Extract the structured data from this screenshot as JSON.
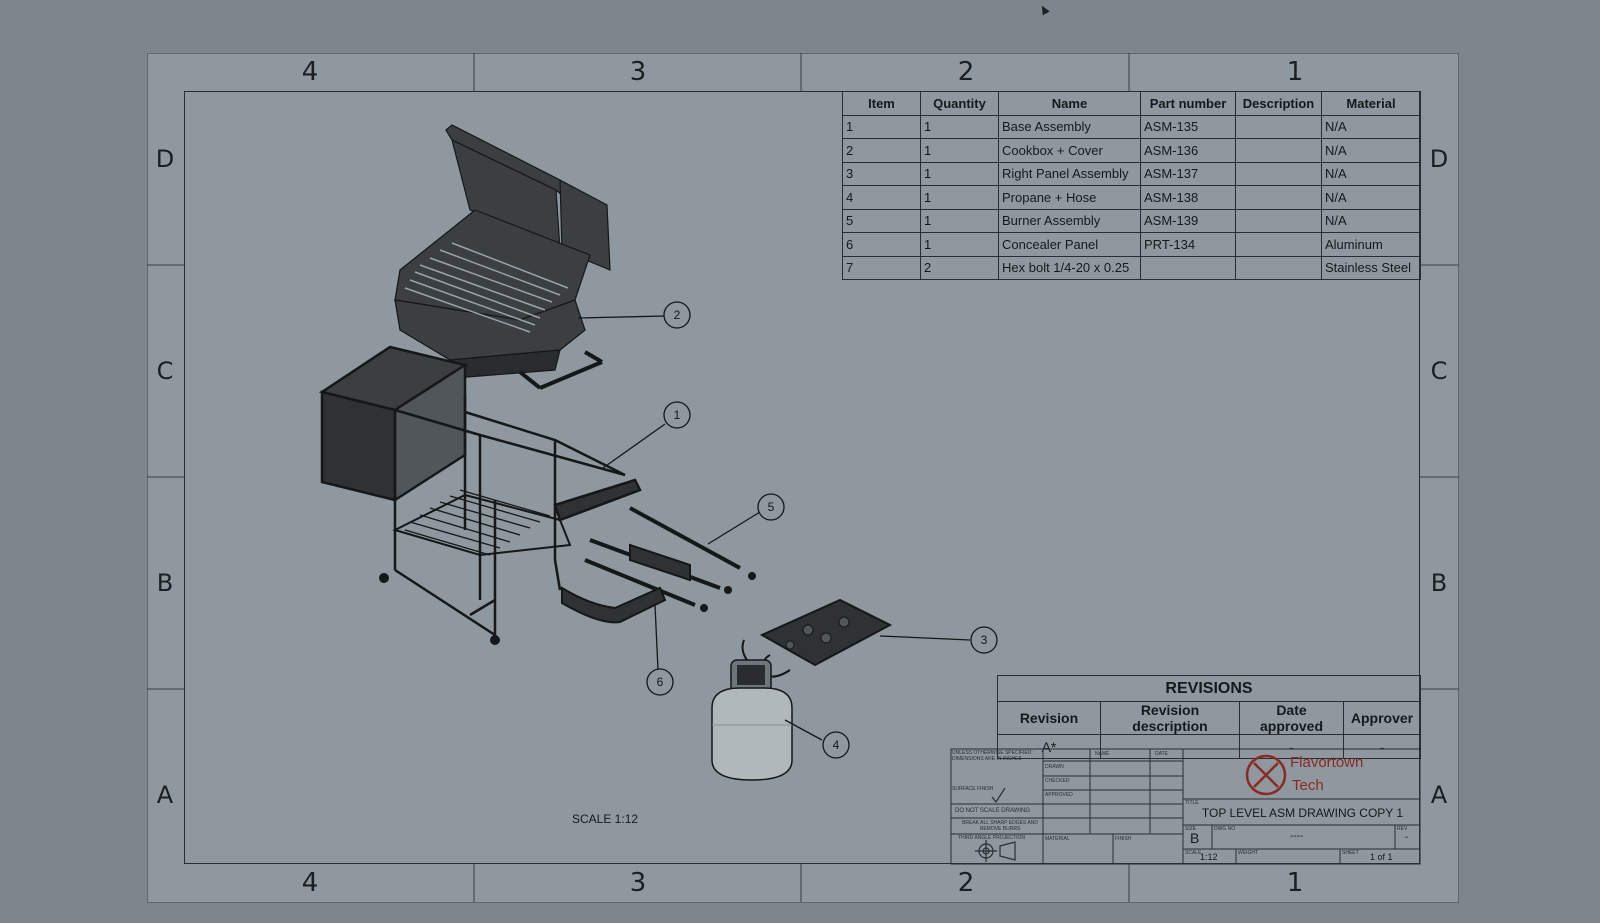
{
  "zones": {
    "columns": [
      "4",
      "3",
      "2",
      "1"
    ],
    "rows": [
      "D",
      "C",
      "B",
      "A"
    ]
  },
  "bom": {
    "headers": [
      "Item",
      "Quantity",
      "Name",
      "Part number",
      "Description",
      "Material"
    ],
    "rows": [
      [
        "1",
        "1",
        "Base Assembly",
        "ASM-135",
        "",
        "N/A"
      ],
      [
        "2",
        "1",
        "Cookbox + Cover",
        "ASM-136",
        "",
        "N/A"
      ],
      [
        "3",
        "1",
        "Right Panel Assembly",
        "ASM-137",
        "",
        "N/A"
      ],
      [
        "4",
        "1",
        "Propane + Hose",
        "ASM-138",
        "",
        "N/A"
      ],
      [
        "5",
        "1",
        "Burner Assembly",
        "ASM-139",
        "",
        "N/A"
      ],
      [
        "6",
        "1",
        "Concealer Panel",
        "PRT-134",
        "",
        "Aluminum"
      ],
      [
        "7",
        "2",
        "Hex bolt 1/4-20 x 0.25",
        "",
        "",
        "Stainless Steel"
      ]
    ]
  },
  "revisions": {
    "title": "REVISIONS",
    "headers": [
      "Revision",
      "Revision description",
      "Date approved",
      "Approver"
    ],
    "row": [
      "A*",
      "",
      "-",
      "-"
    ]
  },
  "balloons": [
    "1",
    "2",
    "3",
    "4",
    "5",
    "6"
  ],
  "scale_note": "SCALE 1:12",
  "title_block": {
    "company_line1": "Flavortown",
    "company_line2": "Tech",
    "title": "TOP LEVEL ASM DRAWING COPY 1",
    "size": "B",
    "dwg_no": "----",
    "rev": "-",
    "scale": "1:12",
    "sheet": "1 of 1",
    "notes": "UNLESS OTHERWISE SPECIFIED: DIMENSIONS ARE IN INCHES",
    "do_not_scale": "DO NOT SCALE DRAWING",
    "break_edges": "BREAK ALL SHARP EDGES AND REMOVE BURRS",
    "projection": "THIRD ANGLE PROJECTION",
    "surface_finish": "SURFACE FINISH",
    "drawn": "DRAWN",
    "checked": "CHECKED",
    "approved": "APPROVED",
    "material": "MATERIAL",
    "finish": "FINISH",
    "name_hdr": "NAME",
    "date_hdr": "DATE",
    "title_hdr": "TITLE",
    "size_hdr": "SIZE",
    "dwgno_hdr": "DWG NO",
    "rev_hdr": "REV",
    "scale_hdr": "SCALE",
    "weight_hdr": "WEIGHT",
    "sheet_hdr": "SHEET"
  },
  "colors": {
    "background": "#7d868c",
    "sheet": "#8e989e",
    "line": "#2a2e30",
    "logo_red": "#8b2a24"
  }
}
